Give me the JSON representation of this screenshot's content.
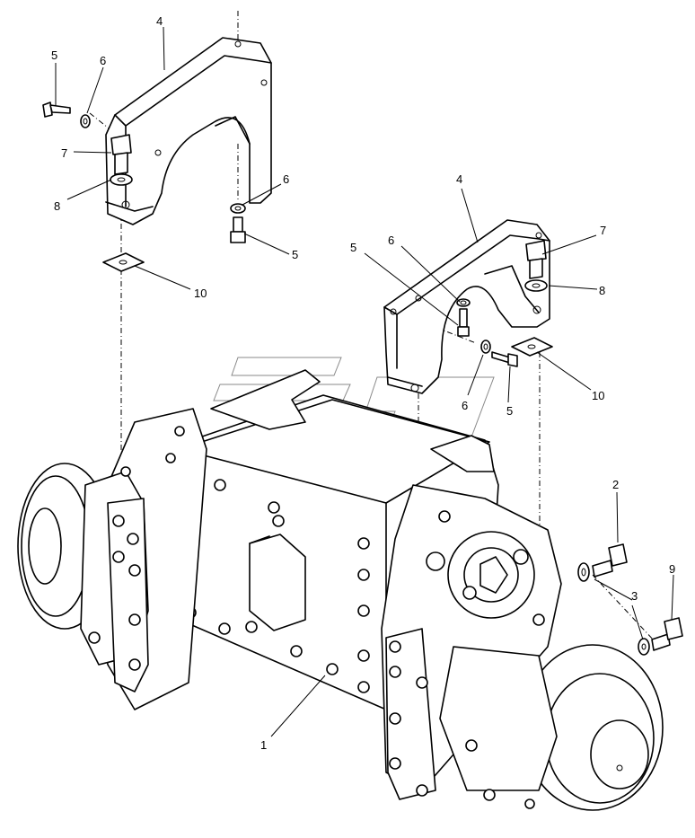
{
  "diagram": {
    "callouts": [
      {
        "id": "c1",
        "text": "1"
      },
      {
        "id": "c2",
        "text": "2"
      },
      {
        "id": "c3",
        "text": "3"
      },
      {
        "id": "c4a",
        "text": "4"
      },
      {
        "id": "c4b",
        "text": "4"
      },
      {
        "id": "c5a",
        "text": "5"
      },
      {
        "id": "c5b",
        "text": "5"
      },
      {
        "id": "c5c",
        "text": "5"
      },
      {
        "id": "c5d",
        "text": "5"
      },
      {
        "id": "c6a",
        "text": "6"
      },
      {
        "id": "c6b",
        "text": "6"
      },
      {
        "id": "c6c",
        "text": "6"
      },
      {
        "id": "c6d",
        "text": "6"
      },
      {
        "id": "c7a",
        "text": "7"
      },
      {
        "id": "c7b",
        "text": "7"
      },
      {
        "id": "c8a",
        "text": "8"
      },
      {
        "id": "c8b",
        "text": "8"
      },
      {
        "id": "c9",
        "text": "9"
      },
      {
        "id": "c10a",
        "text": "10"
      },
      {
        "id": "c10b",
        "text": "10"
      }
    ]
  }
}
